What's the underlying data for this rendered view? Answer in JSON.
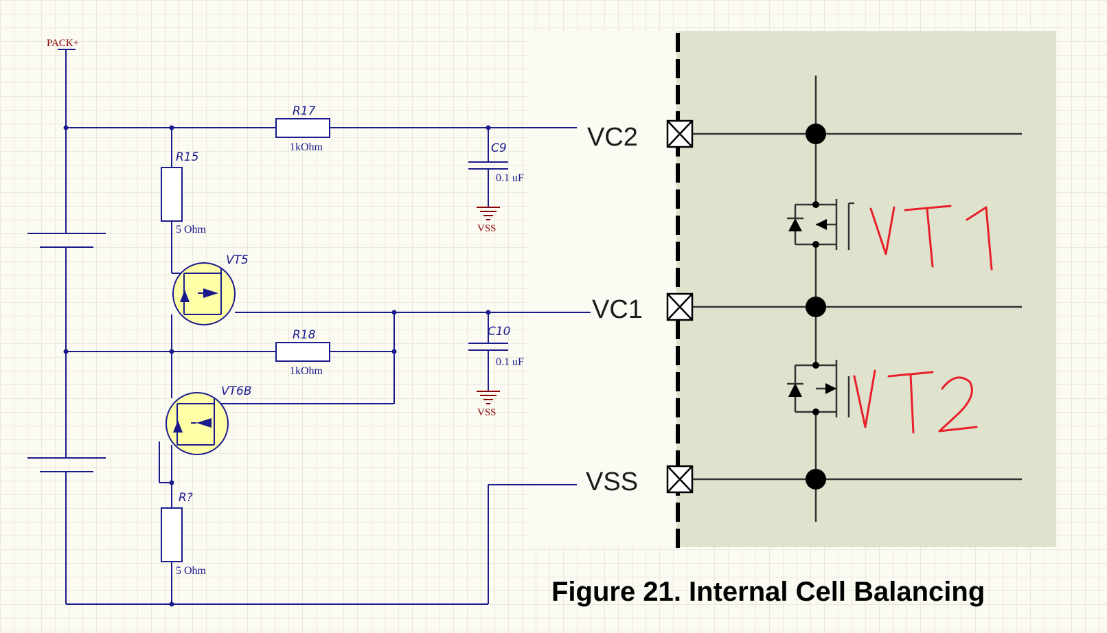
{
  "schematic": {
    "power_label": "PACK+",
    "components": {
      "r17": {
        "ref": "R17",
        "value": "1kOhm"
      },
      "r15": {
        "ref": "R15",
        "value": "5 Ohm"
      },
      "c9": {
        "ref": "C9",
        "value": "0.1 uF",
        "ground": "VSS"
      },
      "vt5": {
        "ref": "VT5"
      },
      "r18": {
        "ref": "R18",
        "value": "1kOhm"
      },
      "c10": {
        "ref": "C10",
        "value": "0.1 uF",
        "ground": "VSS"
      },
      "vt6b": {
        "ref": "VT6B"
      },
      "rq": {
        "ref": "R?",
        "value": "5 Ohm"
      }
    }
  },
  "ic": {
    "pins": [
      "VC2",
      "VC1",
      "VSS"
    ],
    "annotations": [
      "VT1",
      "VT2"
    ],
    "caption": "Figure 21.  Internal Cell Balancing",
    "colors": {
      "panel": "#dfe2cd",
      "annotation": "#e8202a"
    }
  }
}
